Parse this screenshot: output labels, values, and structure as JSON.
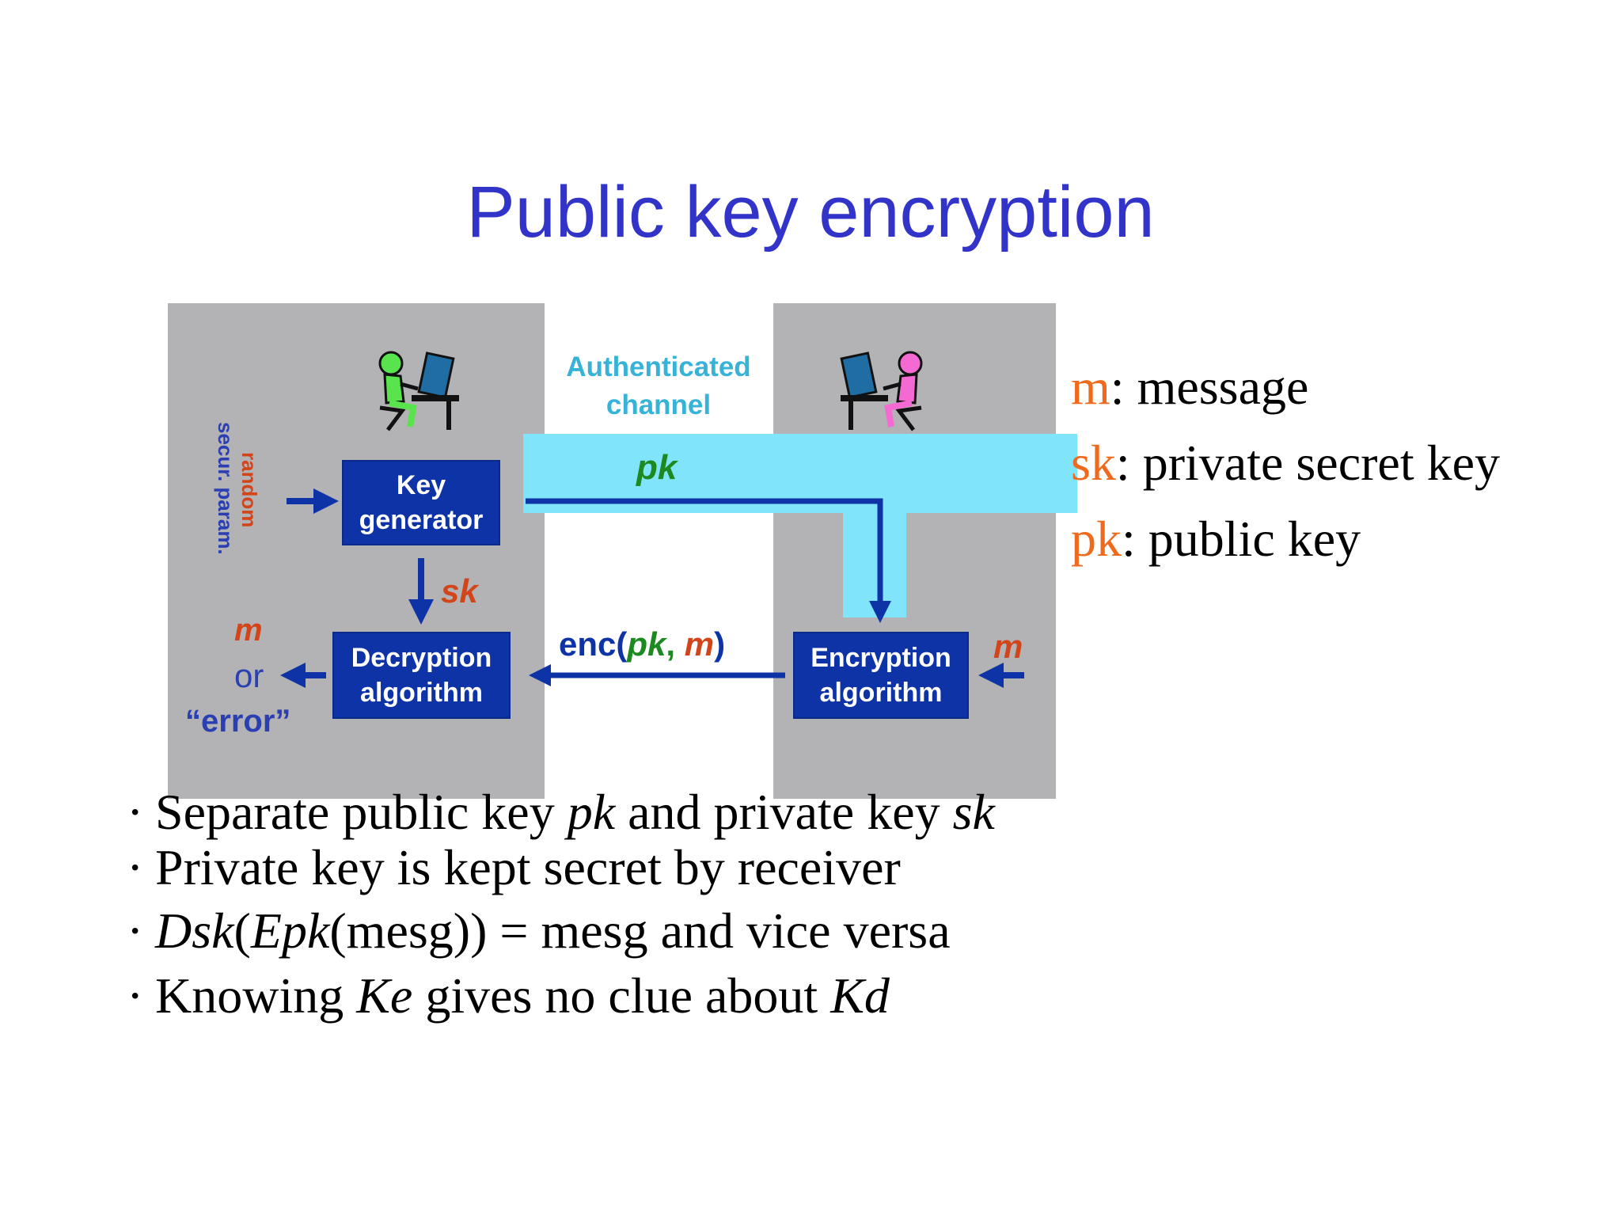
{
  "slide": {
    "title": "Public key encryption"
  },
  "diagram": {
    "channel_label_line1": "Authenticated",
    "channel_label_line2": "channel",
    "key_generator": {
      "line1": "Key",
      "line2": "generator"
    },
    "decryption": {
      "line1": "Decryption",
      "line2": "algorithm"
    },
    "encryption": {
      "line1": "Encryption",
      "line2": "algorithm"
    },
    "input_random": "random",
    "input_secur": "secur. param.",
    "pk_label": "pk",
    "sk_label": "sk",
    "m_in": "m",
    "enc": {
      "prefix": "enc(",
      "pk": "pk",
      "comma": ", ",
      "m": "m",
      "suffix": ")"
    },
    "output": {
      "m": "m",
      "or": "or",
      "error": "“error”"
    }
  },
  "legend": [
    {
      "key": "m",
      "text": ": message"
    },
    {
      "key": "sk",
      "text": ": private secret key"
    },
    {
      "key": "pk",
      "text": ": public  key"
    }
  ],
  "bullets": {
    "b1": {
      "dot": "·",
      "t1": "Separate public key ",
      "i1": "pk",
      "t2": " and private key ",
      "i2": "sk"
    },
    "b2": {
      "dot": "·",
      "t1": "Private key is kept secret by receiver"
    },
    "b3": {
      "dot": "·",
      "i1": "Dsk",
      "t1": "(",
      "i2": "Epk",
      "t2": "(mesg)) = mesg and vice versa"
    },
    "b4": {
      "dot": "·",
      "t1": "Knowing ",
      "i1": "Ke",
      "t2": " gives no clue about ",
      "i2": "Kd"
    }
  },
  "colors": {
    "title": "#3233c9",
    "panel": "#b3b2b4",
    "channel": "#80e5fa",
    "box": "#0d33a6",
    "green_label": "#1c8a21",
    "red_label": "#d2451b",
    "legend_key": "#ef6a1c"
  },
  "icons": [
    "sender-at-computer-icon",
    "receiver-at-computer-icon"
  ]
}
